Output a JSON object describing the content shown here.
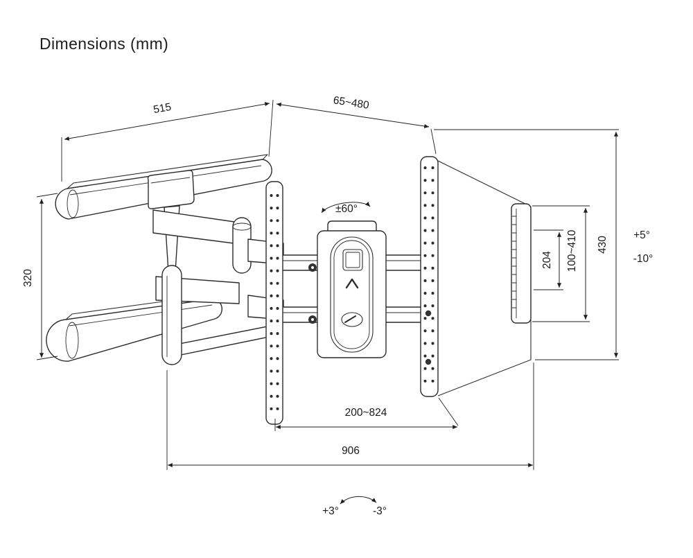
{
  "title": "Dimensions (mm)",
  "dims": {
    "wall_plate_width": "515",
    "extension_range": "65~480",
    "wall_plate_height": "320",
    "total_height": "430",
    "vesa_height_range": "100~410",
    "bracket_height": "204",
    "swivel_range": "±60°",
    "tilt_up": "+5°",
    "tilt_down": "-10°",
    "rail_span_range": "200~824",
    "max_width": "906",
    "level_plus": "+3°",
    "level_minus": "-3°"
  },
  "colors": {
    "line": "#2b2b2b",
    "text": "#1a1a1a",
    "background": "#ffffff"
  }
}
